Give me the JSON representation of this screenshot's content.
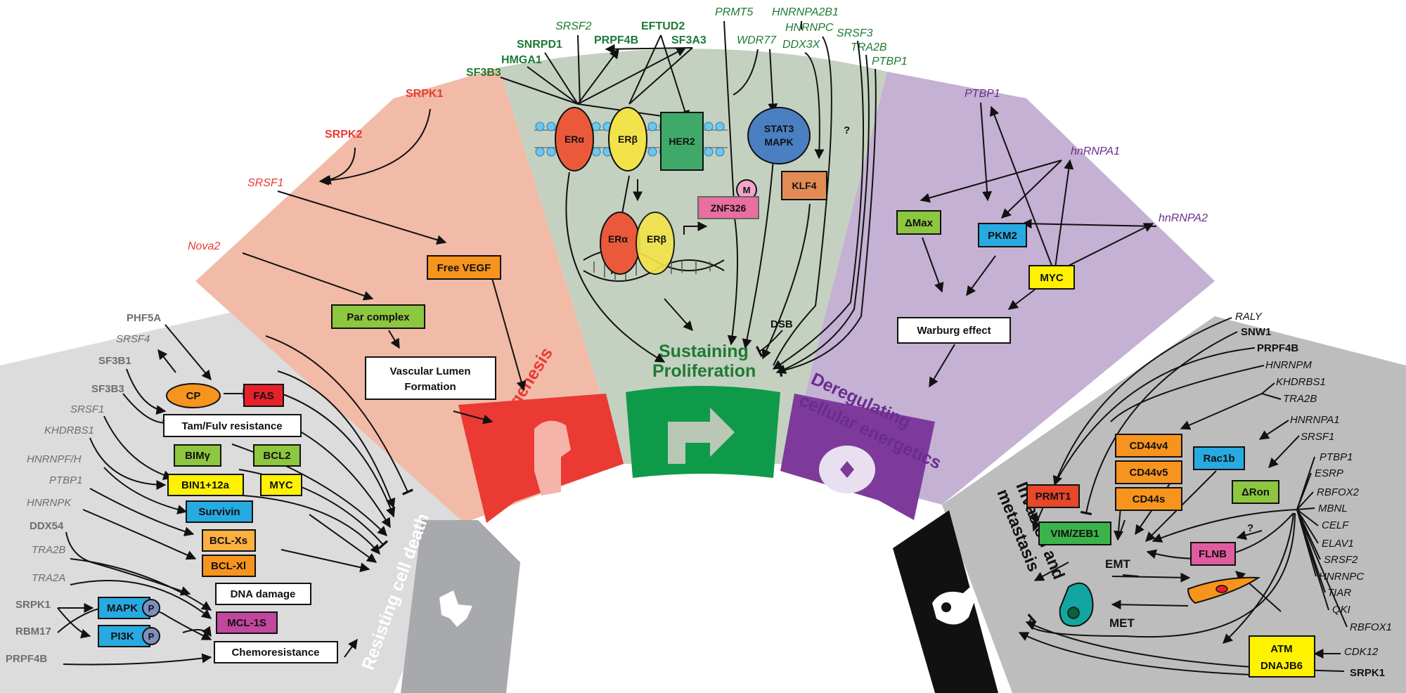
{
  "colors": {
    "red": "#ea3a33",
    "green_dark": "#1e7a34",
    "purple": "#6a2c8f",
    "gray_text": "#777777",
    "sector_gray": "#dcdcdc",
    "sector_salmon": "#f1bba7",
    "sector_sage": "#c4d1c0",
    "sector_lavender": "#c4b1d3",
    "sector_dark_gray": "#bdbdbd",
    "box_green": "#8dc63f",
    "box_red": "#e8202a",
    "box_yellow": "#fff200",
    "box_orange": "#f7941d",
    "box_blue": "#27aae1",
    "box_magenta": "#c1479f"
  },
  "hallmarks": {
    "resisting": "Resisting cell death",
    "angiogenesis": "Angiogenesis",
    "proliferation_1": "Sustaining",
    "proliferation_2": "Proliferation",
    "energetics_1": "Deregulating",
    "energetics_2": "cellular energetics",
    "invasion_1": "Invasion and",
    "invasion_2": "metastasis"
  },
  "resisting": {
    "regulators": [
      "PHF5A",
      "SRSF4",
      "SF3B1",
      "SF3B3",
      "SRSF1",
      "KHDRBS1",
      "HNRNPF/H",
      "PTBP1",
      "HNRNPK",
      "DDX54",
      "TRA2B",
      "TRA2A",
      "SRPK1",
      "RBM17",
      "PRPF4B"
    ],
    "boxes": {
      "cp": "CP",
      "fas": "FAS",
      "tam": "Tam/Fulv resistance",
      "bim": "BIMγ",
      "bcl2": "BCL2",
      "bin1": "BIN1+12a",
      "myc": "MYC",
      "survivin": "Survivin",
      "bclxs": "BCL-Xs",
      "bclxl": "BCL-Xl",
      "dna": "DNA damage",
      "mcl": "MCL-1S",
      "mapk": "MAPK",
      "pi3k": "PI3K",
      "p": "P",
      "chemo": "Chemoresistance"
    }
  },
  "angiogenesis": {
    "srpk1": "SRPK1",
    "srpk2": "SRPK2",
    "srsf1": "SRSF1",
    "nova2": "Nova2",
    "free_vegf": "Free VEGF",
    "par": "Par complex",
    "lumen_1": "Vascular Lumen",
    "lumen_2": "Formation"
  },
  "proliferation": {
    "srsf2": "SRSF2",
    "eftud2": "EFTUD2",
    "prmt5": "PRMT5",
    "hnrnpa2b1": "HNRNPA2B1",
    "snrpd1": "SNRPD1",
    "prpf4b": "PRPF4B",
    "sf3a3": "SF3A3",
    "wdr77": "WDR77",
    "hnrnpc": "HNRNPC",
    "srsf3": "SRSF3",
    "hmga1": "HMGA1",
    "ddx3x": "DDX3X",
    "tra2b": "TRA2B",
    "sf3b3": "SF3B3",
    "ptbp1": "PTBP1",
    "era": "ERα",
    "erb": "ERβ",
    "her2": "HER2",
    "stat3": "STAT3",
    "mapk": "MAPK",
    "q": "?",
    "m": "M",
    "znf326": "ZNF326",
    "klf4": "KLF4",
    "dsb": "DSB"
  },
  "energetics": {
    "ptbp1": "PTBP1",
    "hnrnpa1": "hnRNPA1",
    "hnrnpa2": "hnRNPA2",
    "dmax": "ΔMax",
    "pkm2": "PKM2",
    "myc": "MYC",
    "warburg": "Warburg effect"
  },
  "invasion": {
    "regulators_top": [
      "RALY",
      "SNW1",
      "PRPF4B",
      "HNRNPM",
      "KHDRBS1",
      "TRA2B",
      "HNRNPA1",
      "SRSF1"
    ],
    "regulators_right": [
      "PTBP1",
      "ESRP",
      "RBFOX2",
      "MBNL",
      "CELF",
      "ELAV1",
      "SRSF2",
      "HNRNPC",
      "TIAR",
      "QKI",
      "RBFOX1"
    ],
    "cdk12": "CDK12",
    "srpk1": "SRPK1",
    "cd44v4": "CD44v4",
    "cd44v5": "CD44v5",
    "cd44s": "CD44s",
    "rac1b": "Rac1b",
    "dron": "ΔRon",
    "prmt1": "PRMT1",
    "vim": "VIM/ZEB1",
    "flnb": "FLNB",
    "atm": "ATM",
    "dnajb6": "DNAJB6",
    "emt": "EMT",
    "met": "MET",
    "q": "?"
  }
}
